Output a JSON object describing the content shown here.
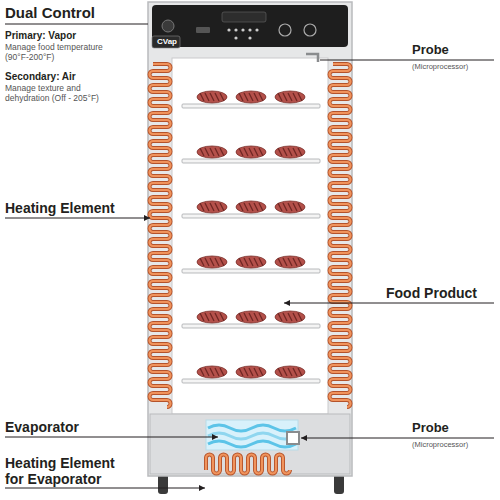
{
  "diagram": {
    "labels": [
      "Dual Control",
      "Primary: Vapor",
      "Manage food temperature (90°F-200°F)",
      "Secondary: Air",
      "Manage texture and dehydration (Off - 205°F)",
      "CVap",
      "Probe",
      "(Microprocessor)",
      "Heating Element",
      "Food Product",
      "Evaporator",
      "Probe",
      "(Microprocessor)",
      "Heating Element for Evaporator"
    ]
  }
}
